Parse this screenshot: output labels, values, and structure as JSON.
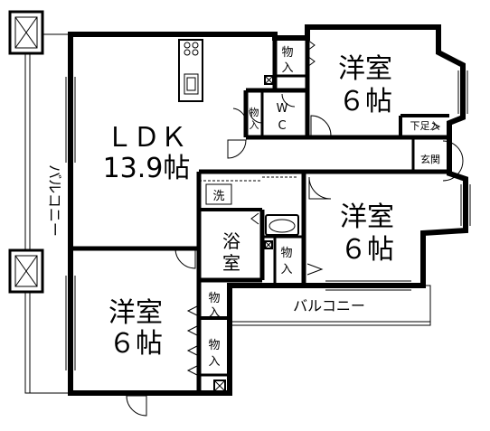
{
  "rooms": {
    "ldk": {
      "label": "ＬＤＫ",
      "area": "13.9帖"
    },
    "bedroom_ne": {
      "label": "洋室",
      "area": "６帖"
    },
    "bedroom_e": {
      "label": "洋室",
      "area": "６帖"
    },
    "bedroom_sw": {
      "label": "洋室",
      "area": "６帖"
    },
    "bathroom": {
      "label_top": "浴",
      "label_bottom": "室"
    },
    "washroom": {
      "label": "洗"
    },
    "toilet": {
      "label_top": "W",
      "label_bottom": "C"
    },
    "entrance": {
      "label": "玄関"
    },
    "shoe_closet": {
      "label": "下足入"
    }
  },
  "closets": {
    "ne": {
      "top": "物",
      "bottom": "入"
    },
    "wc_small": {
      "top": "物",
      "bottom": "入"
    },
    "e": {
      "top": "物",
      "bottom": "入"
    },
    "sw_top": {
      "top": "物",
      "bottom": "入"
    },
    "sw_bottom": {
      "top": "物",
      "bottom": "入"
    }
  },
  "balconies": {
    "west": {
      "label": "バルコニー"
    },
    "south": {
      "label": "バルコニー"
    }
  }
}
